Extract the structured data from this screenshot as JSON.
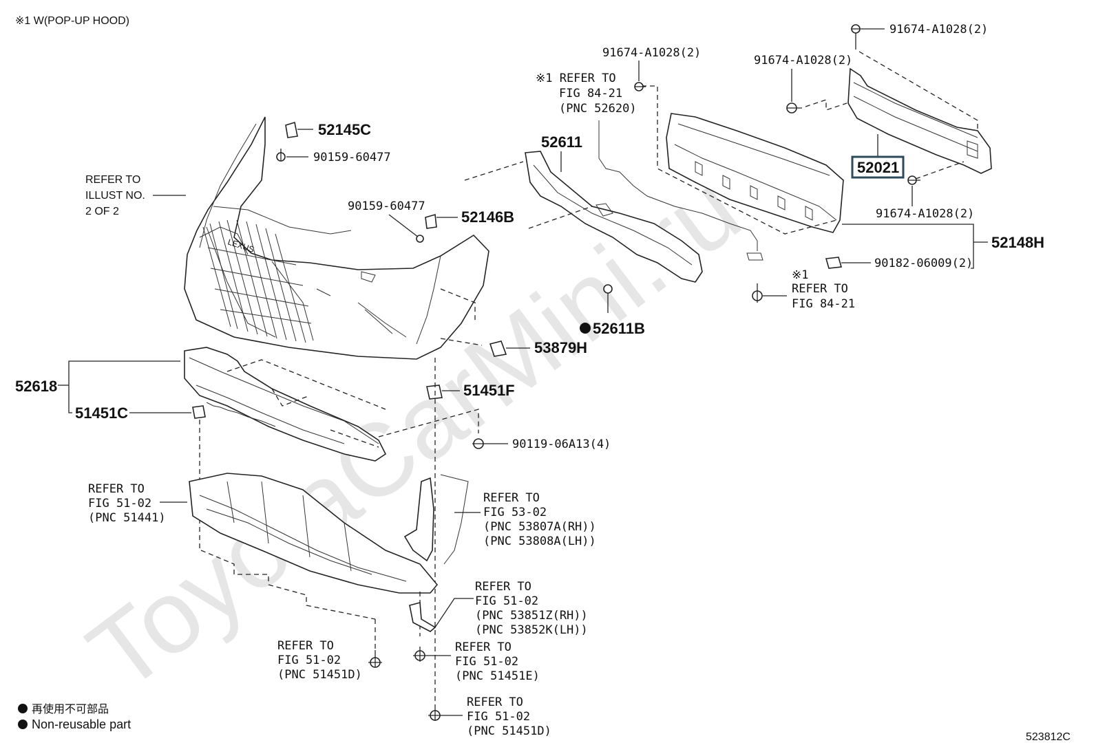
{
  "header": {
    "note": "※1 W(POP-UP HOOD)"
  },
  "watermark": "ToyotaCarMini.ru",
  "labels": {
    "p52145C": "52145C",
    "p90159_a": "90159-60477",
    "p90159_b": "90159-60477",
    "p52146B": "52146B",
    "p52611": "52611",
    "p52611B": "52611B",
    "p53879H": "53879H",
    "p51451F": "51451F",
    "p52618": "52618",
    "p51451C": "51451C",
    "p90119": "90119-06A13(4)",
    "p91674_top": "91674-A1028(2)",
    "p91674_mid": "91674-A1028(2)",
    "p91674_left": "91674-A1028(2)",
    "p91674_low": "91674-A1028(2)",
    "p52021": "52021",
    "p52148H": "52148H",
    "p90182": "90182-06009(2)",
    "docid": "523812C"
  },
  "refs": {
    "illust": [
      "REFER TO",
      "ILLUST NO.",
      "2 OF 2"
    ],
    "fig84_pnc": [
      "※1 REFER TO",
      "FIG 84-21",
      "(PNC 52620)"
    ],
    "fig84_b": [
      "※1",
      "REFER TO",
      "FIG 84-21"
    ],
    "fig51_51441": [
      "REFER TO",
      "FIG 51-02",
      "(PNC 51441)"
    ],
    "fig53": [
      "REFER TO",
      "FIG 53-02",
      "(PNC 53807A(RH))",
      "(PNC 53808A(LH))"
    ],
    "fig51_538": [
      "REFER TO",
      "FIG 51-02",
      "(PNC 53851Z(RH))",
      "(PNC 53852K(LH))"
    ],
    "fig51_51451D_a": [
      "REFER TO",
      "FIG 51-02",
      "(PNC 51451D)"
    ],
    "fig51_51451E": [
      "REFER TO",
      "FIG 51-02",
      "(PNC 51451E)"
    ],
    "fig51_51451D_b": [
      "REFER TO",
      "FIG 51-02",
      "(PNC 51451D)"
    ]
  },
  "legend": {
    "jp": "再使用不可部品",
    "en": "Non-reusable part"
  }
}
